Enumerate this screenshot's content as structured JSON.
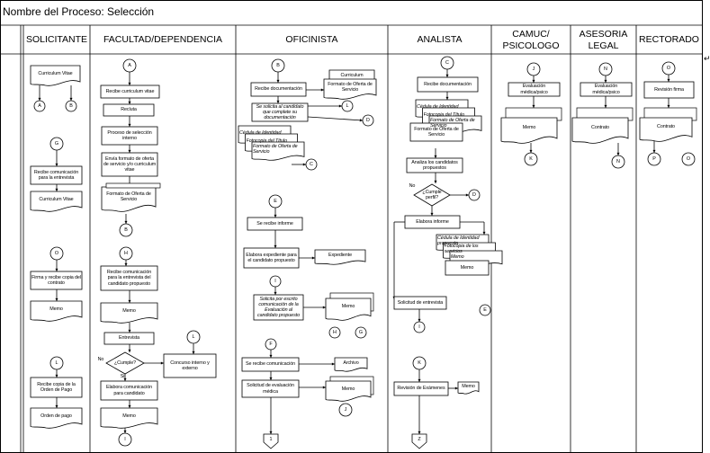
{
  "title": "Nombre del Proceso: Selección",
  "lanes": [
    {
      "key": "solicitante",
      "label": "SOLICITANTE"
    },
    {
      "key": "facultad",
      "label": "FACULTAD/DEPENDENCIA"
    },
    {
      "key": "oficinista",
      "label": "OFICINISTA"
    },
    {
      "key": "analista",
      "label": "ANALISTA"
    },
    {
      "key": "camuc",
      "label": "CAMUC/ PSICOLOGO"
    },
    {
      "key": "asesoria",
      "label": "ASESORIA LEGAL"
    },
    {
      "key": "rectorado",
      "label": "RECTORADO"
    }
  ],
  "nodes": {
    "s_curr": "Curriculum Vitae",
    "s_recibe": "Recibe comunicación para la entrevista",
    "s_curr2": "Curriculum Vitae",
    "s_firma": "Firma y recibe copia del contrato",
    "s_memo": "Memo",
    "s_recibe_copia": "Recibe copia de la Orden de Pago",
    "s_orden": "Orden de pago",
    "f_recibe_cv": "Recibe curriculum vitae",
    "f_recluta": "Recluta",
    "f_proceso": "Proceso de selección interno",
    "f_envia": "Envía formato de oferta de servicio y/o curriculum vitae",
    "f_formato": "Formato de Oferta de Servicio",
    "f_recibe_com": "Recibe comunicación para la entrevista del candidato propuesto",
    "f_memo": "Memo",
    "f_entrevista": "Entrevista",
    "f_cumple": "¿Cumple?",
    "f_concurso": "Concurso interno y externo",
    "f_elabora": "Elabora comunicación para candidato",
    "f_memo2": "Memo",
    "o_recibe_doc": "Recibe documentación",
    "o_curriculum": "Curriculum",
    "o_formato_of": "Formato de Oferta de Servicio",
    "o_solicita": "Se solicita al candidato que complete su documentación",
    "o_cedula": "Cédula de Identidad",
    "o_foto": "Fotocopia del Título",
    "o_formato2": "Formato de Oferta de Servicio",
    "o_recibe_inf": "Se recibe informe",
    "o_elabora_exp": "Elabora expediente para el candidato propuesto",
    "o_expediente": "Expediente",
    "o_solicita_ev": "Solicita por escrito comunicación de la Evaluación al candidato propuesto",
    "o_memo": "Memo",
    "o_recibe_com": "Se recibe comunicación",
    "o_archivo": "Archivo",
    "o_sol_eval": "Solicitud de evaluación médica",
    "o_memo2": "Memo",
    "a_recibe_doc": "Recibe documentación",
    "a_cedula": "Cédula de Identidad",
    "a_foto": "Fotocopia del Título",
    "a_formato": "Formato de Oferta de Servicio",
    "a_analiza": "Analiza los candidatos propuestos",
    "a_cumple": "¿Cumple perfil?",
    "a_elabora_inf": "Elabora informe",
    "a_cedula2": "Cédula de Identidad propuesta",
    "a_foto2": "Fotocopia de los servicios",
    "a_memo": "Memo",
    "a_solicitud": "Solicitud de entrevista",
    "a_revision": "Revisión de Exámenes",
    "a_memo2": "Memo",
    "c_eval": "Evaluación médica/psico",
    "c_memo": "Memo",
    "l_eval": "Evaluación médica/psico",
    "l_contrato": "Contrato",
    "r_revision": "Revisión firma",
    "r_contrato": "Contrato"
  },
  "connectors": {
    "A": "A",
    "B": "B",
    "C": "C",
    "D": "D",
    "E": "E",
    "F": "F",
    "G": "G",
    "H": "H",
    "I": "I",
    "J": "J",
    "K": "K",
    "L": "L",
    "N": "N",
    "O": "O",
    "P": "P",
    "Z": "Z",
    "one": "1"
  },
  "decision_labels": {
    "si": "Si",
    "no": "No"
  }
}
